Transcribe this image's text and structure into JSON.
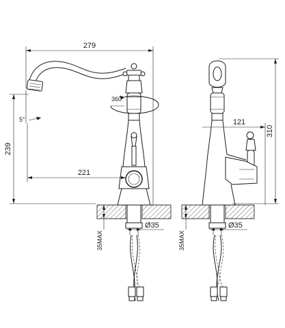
{
  "dimensions": {
    "spout_reach": "279",
    "rotation": "360°",
    "tilt": "5°",
    "spout_height": "239",
    "handle_offset": "221",
    "side_handle": "121",
    "total_height": "310",
    "hole_diameter_front": "Ø35",
    "hole_diameter_side": "Ø35",
    "deck_thickness_front": "35MAX",
    "deck_thickness_side": "35MAX"
  }
}
